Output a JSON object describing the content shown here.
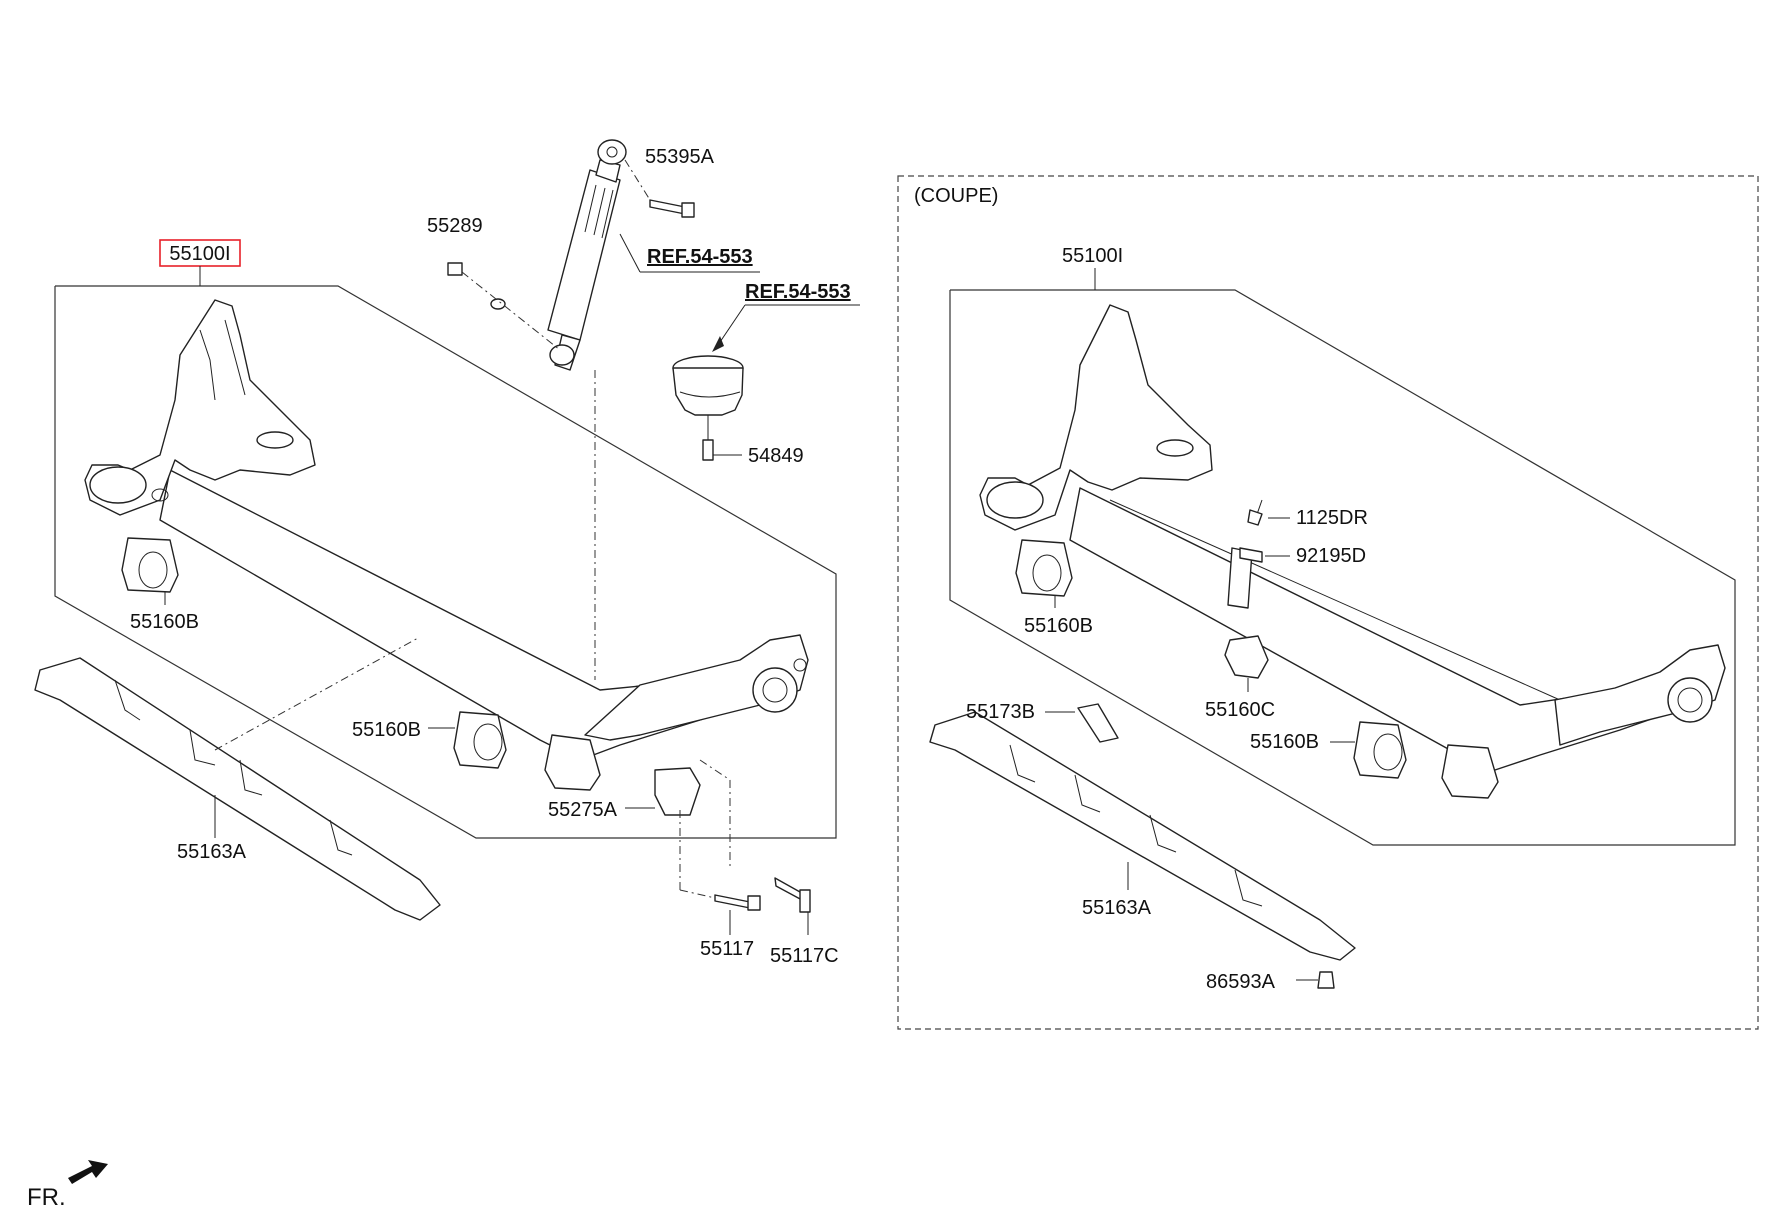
{
  "left_group": {
    "assembly": "55100I",
    "labels": {
      "p55395A": "55395A",
      "ref_shock": "REF.54-553",
      "p55289": "55289",
      "ref_bump": "REF.54-553",
      "p54849": "54849",
      "p55160B_a": "55160B",
      "p55160B_b": "55160B",
      "p55275A": "55275A",
      "p55163A": "55163A",
      "p55117": "55117",
      "p55117C": "55117C"
    }
  },
  "coupe_group": {
    "title": "(COUPE)",
    "assembly": "55100I",
    "labels": {
      "p1125DR": "1125DR",
      "p92195D": "92195D",
      "p55160B_a": "55160B",
      "p55160C": "55160C",
      "p55173B": "55173B",
      "p55160B_b": "55160B",
      "p55163A": "55163A",
      "p86593A": "86593A"
    }
  },
  "footer": {
    "direction": "FR."
  },
  "colors": {
    "highlight": "#e8212a",
    "line": "#222222"
  }
}
